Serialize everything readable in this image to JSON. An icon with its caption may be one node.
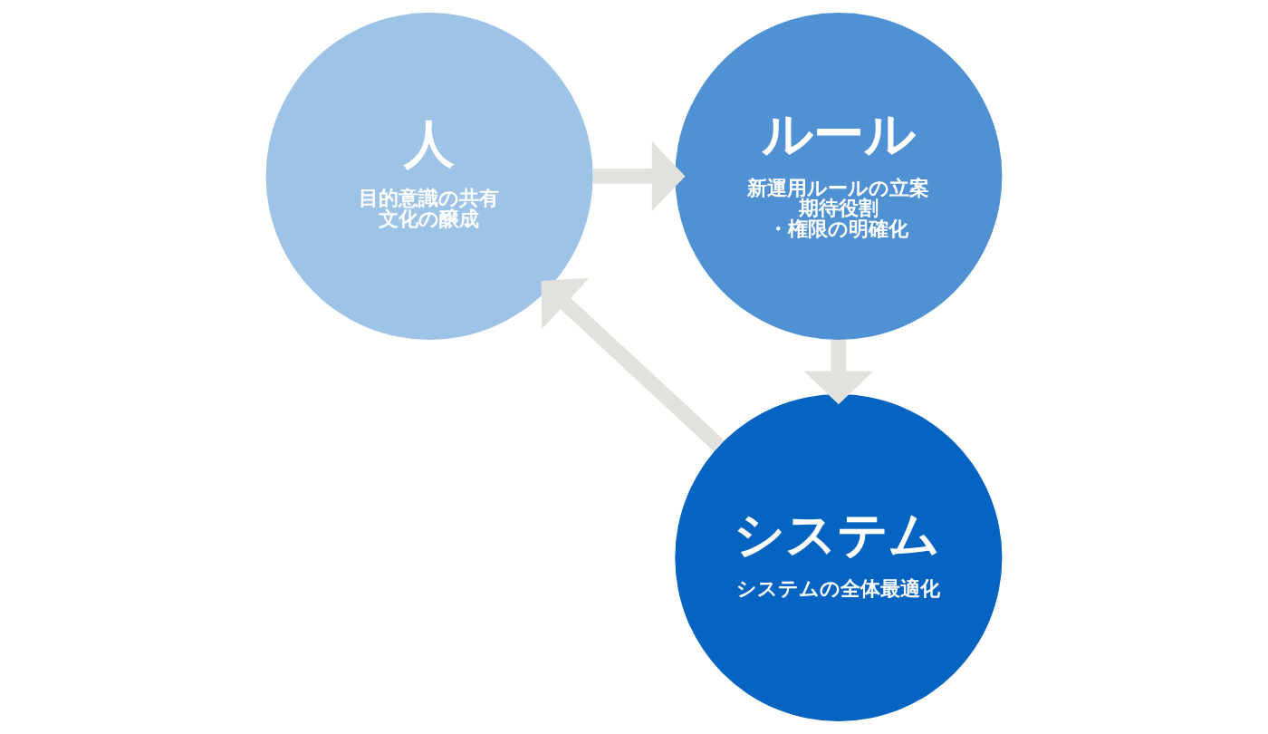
{
  "diagram": {
    "nodes": [
      {
        "text": [
          "人",
          "目的意識の共有文化の醸成"
        ]
      },
      {
        "text": [
          "ルール",
          "新運用ルールの立案期待役割・権限の明確化"
        ]
      },
      {
        "text": [
          "システム",
          "システムの全体最適化"
        ]
      }
    ],
    "edges": [
      {
        "from": 0,
        "to": 1,
        "arrow": "to"
      },
      {
        "from": 1,
        "to": 2,
        "arrow": "to"
      },
      {
        "from": 2,
        "to": 0,
        "arrow": "to"
      }
    ]
  }
}
